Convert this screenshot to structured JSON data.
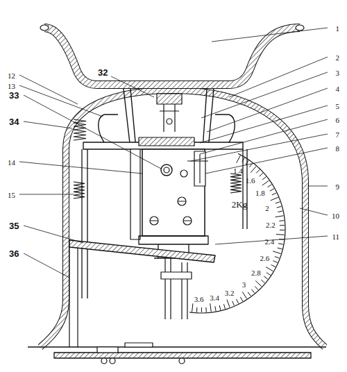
{
  "diagram": {
    "labels": [
      "1",
      "2",
      "3",
      "4",
      "5",
      "6",
      "7",
      "8",
      "9",
      "10",
      "11",
      "12",
      "13",
      "32",
      "33",
      "34",
      "14",
      "15",
      "35",
      "36",
      "1.4",
      "1.6",
      "1.8",
      "2Kg",
      "2",
      "2.2",
      "2.4",
      "2.6",
      "2.8",
      "3",
      "3.2",
      "3.4",
      "3.6"
    ]
  }
}
